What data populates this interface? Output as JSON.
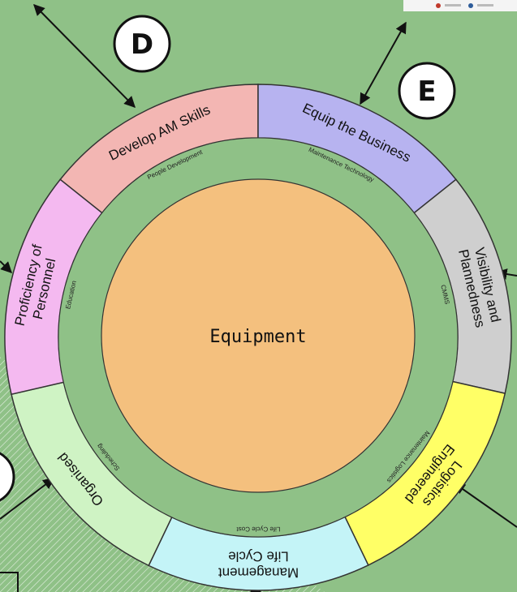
{
  "diagram": {
    "center_label": "Equipment",
    "segments": [
      {
        "id": "develop-am-skills",
        "label_lines": [
          "Develop AM Skills"
        ],
        "sub_label": "People Development",
        "color": "#f3b6b3"
      },
      {
        "id": "equip-the-business",
        "label_lines": [
          "Equip the Business"
        ],
        "sub_label": "Maintenance Technology",
        "color": "#b7b3f0"
      },
      {
        "id": "visibility-and-plannedness",
        "label_lines": [
          "Visibility and",
          "Plannedness"
        ],
        "sub_label": "CMMS",
        "color": "#cfcfcf"
      },
      {
        "id": "engineered-logistics",
        "label_lines": [
          "Engineered",
          "Logistics"
        ],
        "sub_label": "Maintenance Logistics",
        "color": "#ffff66"
      },
      {
        "id": "life-cycle-management",
        "label_lines": [
          "Life Cycle",
          "Management"
        ],
        "sub_label": "Life Cycle Cost",
        "color": "#c4f4f7"
      },
      {
        "id": "organised",
        "label_lines": [
          "Organised"
        ],
        "sub_label": "Scheduling",
        "color": "#cff3c4"
      },
      {
        "id": "proficiency-of-personnel",
        "label_lines": [
          "Proficiency of",
          "Personnel"
        ],
        "sub_label": "Education",
        "color": "#f4b9f0"
      }
    ],
    "badges": [
      {
        "id": "D",
        "letter": "D"
      },
      {
        "id": "E",
        "letter": "E"
      }
    ]
  }
}
